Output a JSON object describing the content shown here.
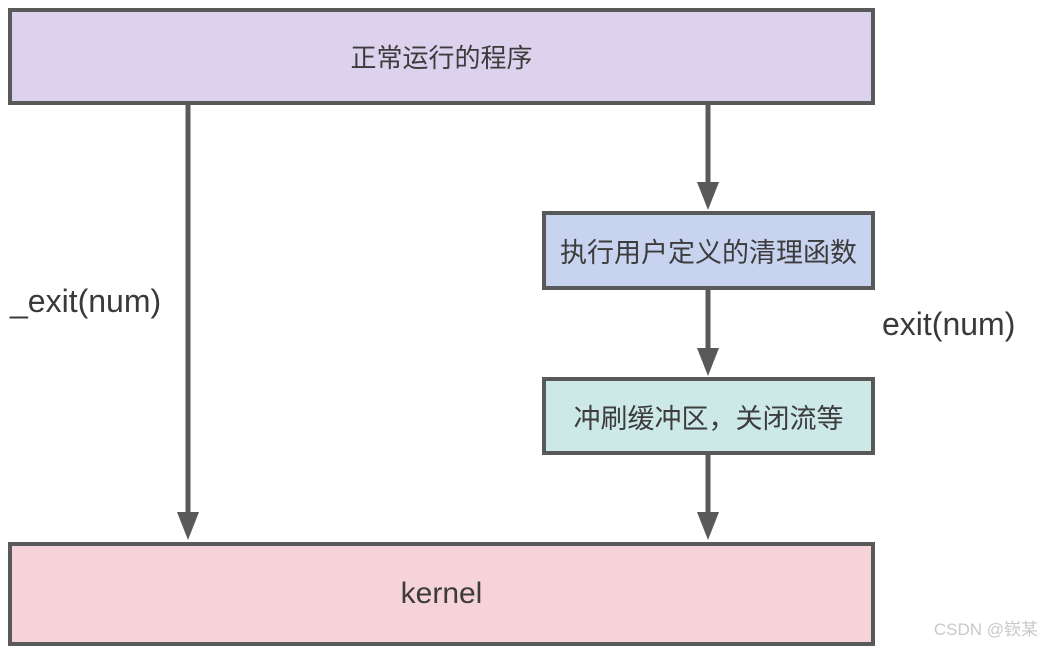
{
  "diagram": {
    "title_hint": "process exit flow",
    "nodes": [
      {
        "id": "program",
        "label": "正常运行的程序"
      },
      {
        "id": "cleanup",
        "label": "执行用户定义的清理函数"
      },
      {
        "id": "flush",
        "label": "冲刷缓冲区，关闭流等"
      },
      {
        "id": "kernel",
        "label": "kernel"
      }
    ],
    "edges": [
      {
        "from": "program",
        "to": "kernel",
        "label": "_exit(num)"
      },
      {
        "from": "program",
        "to": "cleanup",
        "label": "exit(num)"
      },
      {
        "from": "cleanup",
        "to": "flush",
        "label": ""
      },
      {
        "from": "flush",
        "to": "kernel",
        "label": ""
      }
    ],
    "edge_labels": {
      "left": "_exit(num)",
      "right": "exit(num)"
    },
    "colors": {
      "program_fill": "#dcd2ee",
      "cleanup_fill": "#c8d3f0",
      "flush_fill": "#cde9e7",
      "kernel_fill": "#f6d3d8",
      "border": "#595959",
      "arrow": "#595959",
      "text": "#3c3c3c",
      "watermark": "#c9c9c9",
      "background": "#ffffff"
    },
    "watermark": "CSDN @嵚某"
  }
}
